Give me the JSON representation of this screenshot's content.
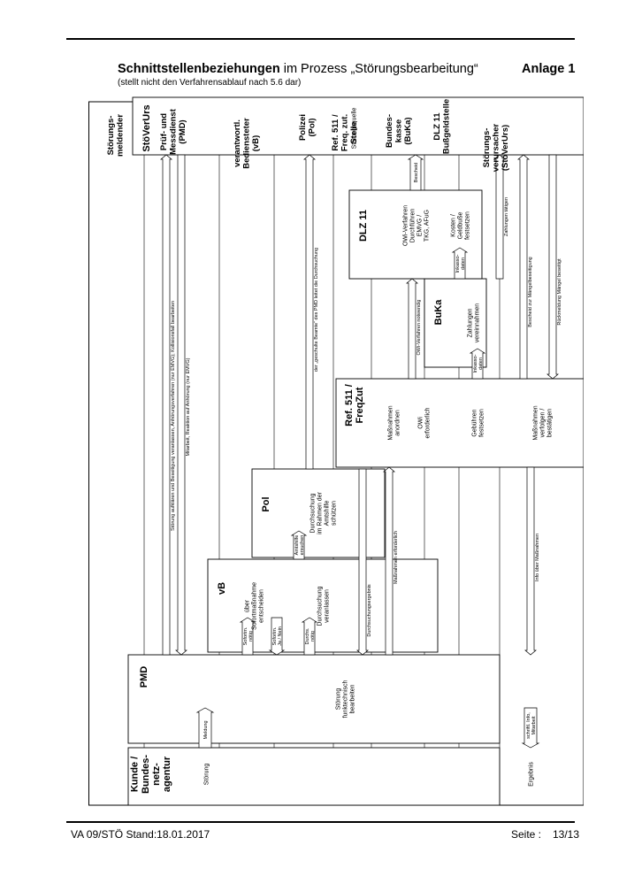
{
  "header": {
    "title_bold": "Schnittstellenbeziehungen",
    "title_rest": " im Prozess „Störungsbearbeitung“",
    "subtitle": "(stellt nicht den Verfahrensablauf nach 5.6 dar)",
    "annex": "Anlage 1"
  },
  "lanes": [
    {
      "id": "meld",
      "header": [
        "Störungs-",
        "meldender"
      ],
      "label": [
        "Kunde /",
        "Bundes-",
        "netz-",
        "agentur"
      ]
    },
    {
      "id": "pmd",
      "header": [
        "Prüf- und",
        "Messdienst",
        "(PMD)"
      ],
      "label": [
        "PMD"
      ]
    },
    {
      "id": "vb",
      "header": [
        "verantwortl.",
        "Bediensteter",
        "(vB)"
      ],
      "label": [
        "vB"
      ]
    },
    {
      "id": "pol",
      "header": [
        "Polizei",
        "(Pol)"
      ],
      "label": [
        "Pol"
      ]
    },
    {
      "id": "ref",
      "header": [
        "Ref. 511 /",
        "Freq. zut.",
        "Stelle"
      ],
      "label": [
        "Ref. 511 /",
        "FreqZut"
      ]
    },
    {
      "id": "buka",
      "header": [
        "Bundes-",
        "kasse",
        "(BuKa)"
      ],
      "label": [
        "BuKa"
      ]
    },
    {
      "id": "dlz",
      "header": [
        "DLZ 11",
        "Bußgeldstelle"
      ],
      "label": [
        "DLZ 11"
      ]
    },
    {
      "id": "verurs",
      "header": [
        "Störungs-",
        "verursacher",
        "(StöVerUrs)"
      ],
      "label": [
        "StöVerUrs"
      ]
    }
  ],
  "box_texts": {
    "meld_stoerung": "Störung",
    "meld_ergebnis": "Ergebnis",
    "pmd_bearbeiten": [
      "Störung",
      "funktechnisch",
      "bearbeiten"
    ],
    "vb_sofort": [
      "über",
      "Sofortmaßnahme",
      "entscheiden"
    ],
    "vb_durchsuchung": [
      "Durchsuchung",
      "veranlassen"
    ],
    "pol_durchsuchung": [
      "Durchsuchung",
      "im Rahmen der",
      "Amtshilfe",
      "schützen"
    ],
    "ref_massnahmen": [
      "Maßnahmen",
      "anordnen"
    ],
    "ref_owi": [
      "OWi",
      "erforderlich"
    ],
    "ref_gebuehren": [
      "Gebühren",
      "festsetzen"
    ],
    "ref_verfolgen": [
      "Maßnahmen",
      "verfolgen /",
      "bestätigen"
    ],
    "buka_zahlungen": [
      "Zahlungen",
      "vereinnahmen"
    ],
    "dlz_owi": [
      "OWi-Verfahren",
      "Durchführen",
      "EMVG /",
      "TKG, AFuG"
    ],
    "dlz_kosten": [
      "Kosten /",
      "Geldbuße",
      "festsetzen"
    ],
    "verurs_quelle": "Störungsquelle"
  },
  "arrows": {
    "meldung": "Meldung",
    "schriftl_info": [
      "schriftl. Info,",
      "Mitarbeit"
    ],
    "sofort_noetig": [
      "Sofortm.",
      "nötig"
    ],
    "sofort_ja_nein": [
      "Sofortm.",
      "Ja / Nein"
    ],
    "durchs_noetig": [
      "Durchs.",
      "nötig"
    ],
    "amtshilfe": [
      "Amtshilfe",
      "ersuchen"
    ],
    "stoerung_aufklaeren": "Störung aufklären und Beseitigung veranlassen, Anhörungsverfahren (nur EMVG); Kollisionsfall bearbeiten",
    "mitarbeit": "Mitarbeit, Reaktion auf Anhörung (nur EMVG)",
    "geschulte_beamte": "der „geschulte Beamte“ des PMD leitet die Durchsuchung",
    "durchsuchungsergebnis": "Durchsuchungsergebnis",
    "massnahmen_erforderlich": "Maßnahmen erforderlich",
    "info_massnahmen": "Info über Maßnahmen",
    "owi_notwendig": "OWi-Verfahren notwendig",
    "inkasso1": [
      "Inkasso-",
      "daten"
    ],
    "inkasso2": [
      "Inkasso-",
      "daten"
    ],
    "bescheid": "Bescheid",
    "zahlungen_taetigen": "Zahlungen tätigen",
    "bescheid_maengel": "Bescheid zur Mängelbeseitigung",
    "rueckmeldung": "Rückmeldung Mängel beseitigt"
  },
  "footer": {
    "left": "VA 09/STÖ Stand:18.01.2017",
    "page_label": "Seite :",
    "page_value": "13/13"
  }
}
